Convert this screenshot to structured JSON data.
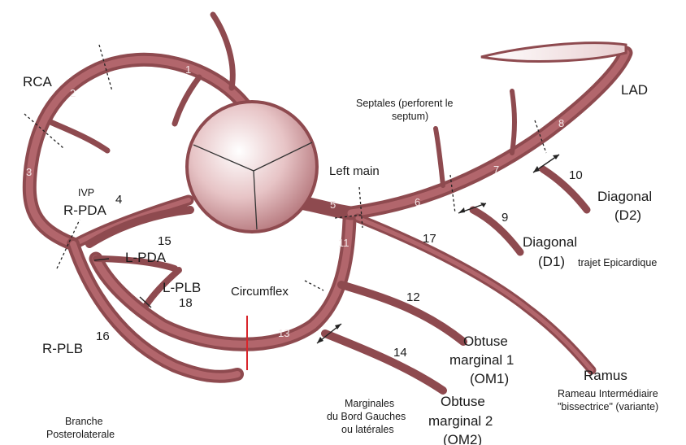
{
  "labels": {
    "rca": "RCA",
    "lad": "LAD",
    "left_main": "Left main",
    "septales": [
      "Septales (perforent le",
      "septum)"
    ],
    "ivp": "IVP",
    "r_pda": "R-PDA",
    "l_pda": "L-PDA",
    "l_plb": "L-PLB",
    "circumflex": "Circumflex",
    "r_plb": "R-PLB",
    "diagonal_d2": [
      "Diagonal",
      "(D2)"
    ],
    "diagonal_d1": [
      "Diagonal",
      "(D1)"
    ],
    "trajet_epicardique": "trajet Epicardique",
    "obtuse_marginal_1": [
      "Obtuse",
      "marginal 1",
      "(OM1)"
    ],
    "obtuse_marginal_2": [
      "Obtuse",
      "marginal 2",
      "(OM2)"
    ],
    "ramus": "Ramus",
    "rameau": [
      "Rameau Intermédiaire",
      "\"bissectrice\" (variante)"
    ],
    "marginales": [
      "Marginales",
      "du Bord Gauches",
      "ou latérales"
    ],
    "branche": [
      "Branche",
      "Posterolaterale"
    ]
  },
  "segments": {
    "s1": "1",
    "s2": "2",
    "s3": "3",
    "s4": "4",
    "s5": "5",
    "s6": "6",
    "s7": "7",
    "s8": "8",
    "s9": "9",
    "s10": "10",
    "s11": "11",
    "s12": "12",
    "s13": "13",
    "s14": "14",
    "s15": "15",
    "s16": "16",
    "s17": "17",
    "s18": "18"
  },
  "colors": {
    "vessel": "#8e4a4f",
    "vessel_core": "#b2666c",
    "marker": "#d9252b"
  }
}
